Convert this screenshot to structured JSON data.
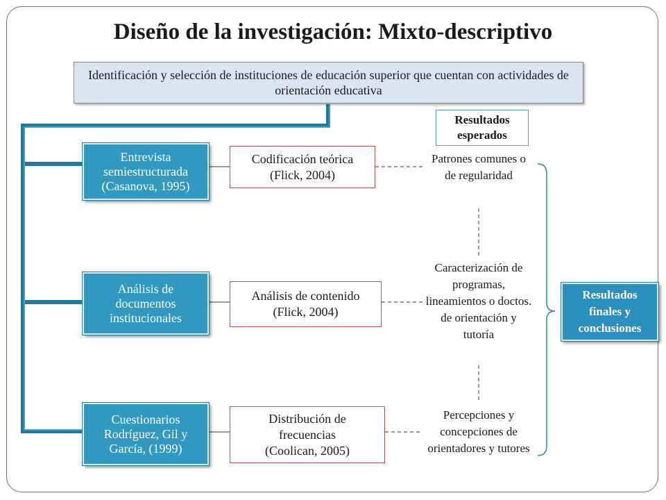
{
  "title": "Diseño de la investigación:  Mixto-descriptivo",
  "top_box": "Identificación y selección de instituciones de educación superior que cuentan con actividades de orientación educativa",
  "methods": [
    {
      "instrument": "Entrevista semiestructurada (Casanova, 1995)",
      "analysis": "Codificación teórica\n(Flick, 2004)"
    },
    {
      "instrument": "Análisis de documentos institucionales",
      "analysis": "Análisis de contenido\n(Flick, 2004)"
    },
    {
      "instrument": "Cuestionarios Rodríguez, Gil  y García, (1999)",
      "analysis": "Distribución de\nfrecuencias\n(Coolican, 2005)"
    }
  ],
  "expected_header": "Resultados esperados",
  "results": [
    "Patrones comunes o de regularidad",
    "Caracterización de programas, lineamientos o doctos. de orientación y tutoría",
    "Percepciones y concepciones de orientadores y tutores"
  ],
  "final": "Resultados finales y conclusiones",
  "colors": {
    "blue_box": "#3199c0",
    "bracket": "#2a86a8",
    "red_border": "#c0504d",
    "top_box_fill": "#dbe4f1"
  }
}
